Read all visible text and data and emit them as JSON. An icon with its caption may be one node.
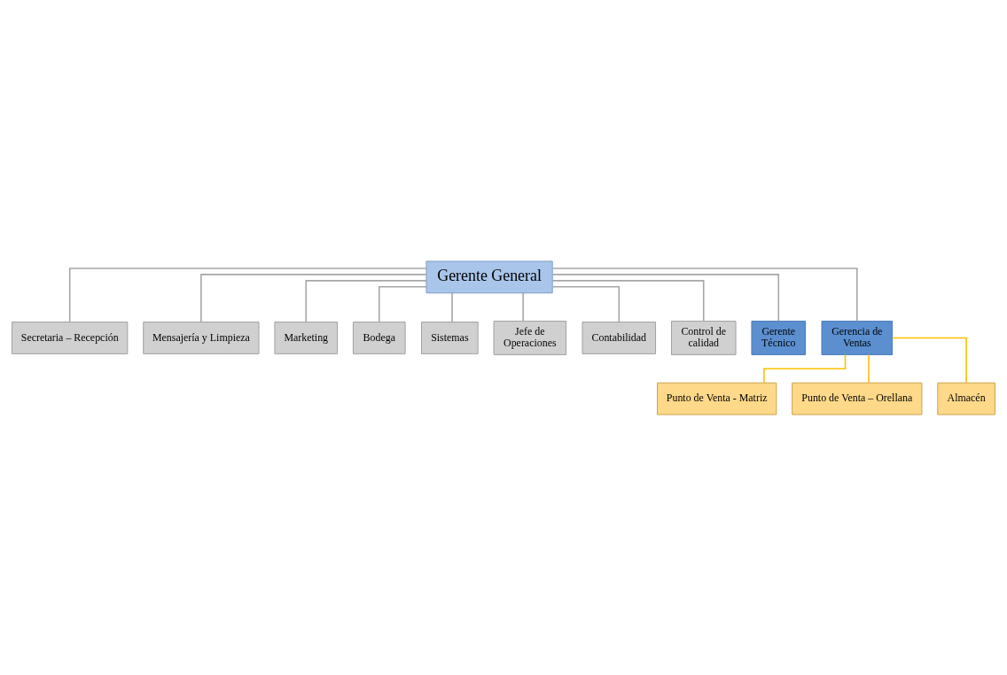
{
  "diagram": {
    "nodes": [
      {
        "text": [
          "Gerente General"
        ]
      },
      {
        "text": [
          "Secretaria – Recepción"
        ]
      },
      {
        "text": [
          "Mensajería y Limpieza"
        ]
      },
      {
        "text": [
          "Marketing"
        ]
      },
      {
        "text": [
          "Bodega"
        ]
      },
      {
        "text": [
          "Sistemas"
        ]
      },
      {
        "text": [
          "Jefe de Operaciones"
        ]
      },
      {
        "text": [
          "Contabilidad"
        ]
      },
      {
        "text": [
          "Control de calidad"
        ]
      },
      {
        "text": [
          "Gerente Técnico"
        ]
      },
      {
        "text": [
          "Gerencia de Ventas"
        ]
      },
      {
        "text": [
          "Punto de Venta - Matriz"
        ]
      },
      {
        "text": [
          "Punto de Venta – Orellana"
        ]
      },
      {
        "text": [
          "Almacén"
        ]
      }
    ],
    "edges": [
      {
        "from": 0,
        "to": 1,
        "arrow": "none"
      },
      {
        "from": 0,
        "to": 2,
        "arrow": "none"
      },
      {
        "from": 0,
        "to": 3,
        "arrow": "none"
      },
      {
        "from": 0,
        "to": 4,
        "arrow": "none"
      },
      {
        "from": 0,
        "to": 5,
        "arrow": "none"
      },
      {
        "from": 0,
        "to": 6,
        "arrow": "none"
      },
      {
        "from": 0,
        "to": 7,
        "arrow": "none"
      },
      {
        "from": 0,
        "to": 8,
        "arrow": "none"
      },
      {
        "from": 0,
        "to": 9,
        "arrow": "none"
      },
      {
        "from": 0,
        "to": 10,
        "arrow": "none"
      },
      {
        "from": 10,
        "to": 11,
        "arrow": "none",
        "color": "#ffc000"
      },
      {
        "from": 10,
        "to": 12,
        "arrow": "none",
        "color": "#ffc000"
      },
      {
        "from": 10,
        "to": 13,
        "arrow": "none",
        "color": "#ffc000"
      }
    ]
  }
}
